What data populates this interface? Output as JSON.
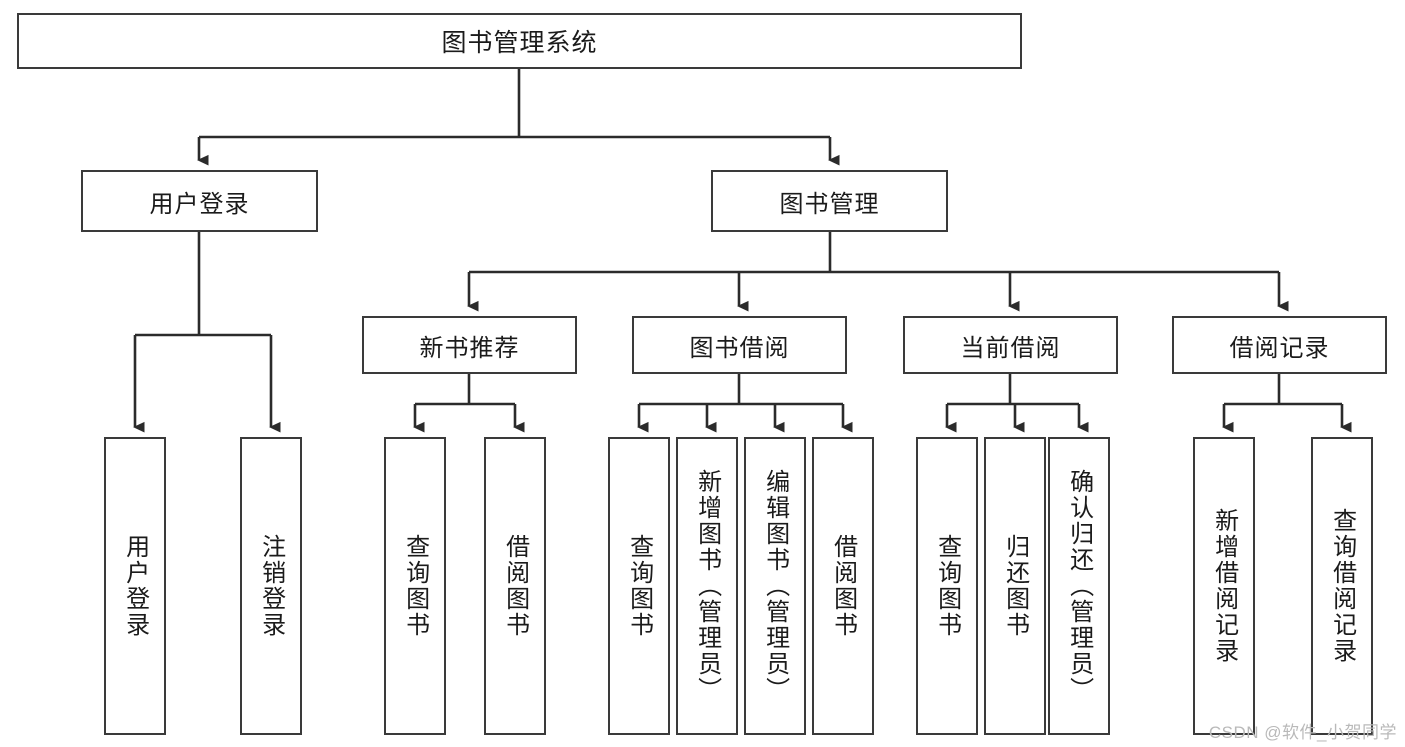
{
  "diagram": {
    "title": "图书管理系统",
    "type": "hierarchy-tree",
    "orientation": "top-down",
    "colors": {
      "box_border": "#3a3a3a",
      "box_fill": "#ffffff",
      "connector": "#2b2b2b",
      "text": "#1b1b1b",
      "watermark": "#b9b9b9",
      "background": "#ffffff"
    },
    "root": {
      "label": "图书管理系统"
    },
    "level2": [
      {
        "label": "用户登录"
      },
      {
        "label": "图书管理"
      }
    ],
    "level3": [
      {
        "label": "新书推荐"
      },
      {
        "label": "图书借阅"
      },
      {
        "label": "当前借阅"
      },
      {
        "label": "借阅记录"
      }
    ],
    "leaves": {
      "user_login": [
        {
          "label": "用户登录"
        },
        {
          "label": "注销登录"
        }
      ],
      "new_book_recommend": [
        {
          "label": "查询图书"
        },
        {
          "label": "借阅图书"
        }
      ],
      "book_borrow": [
        {
          "label": "查询图书"
        },
        {
          "label": "新增图书（管理员）"
        },
        {
          "label": "编辑图书（管理员）"
        },
        {
          "label": "借阅图书"
        }
      ],
      "current_borrow": [
        {
          "label": "查询图书"
        },
        {
          "label": "归还图书"
        },
        {
          "label": "确认归还（管理员）"
        }
      ],
      "borrow_record": [
        {
          "label": "新增借阅记录"
        },
        {
          "label": "查询借阅记录"
        }
      ]
    }
  },
  "watermark": {
    "text": "CSDN @软件_小贺同学"
  }
}
